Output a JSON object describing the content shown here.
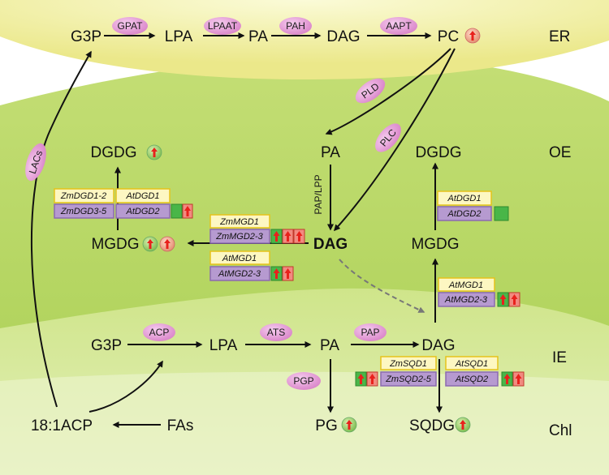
{
  "compartments": {
    "er": "ER",
    "oe": "OE",
    "ie": "IE",
    "chl": "Chl"
  },
  "metabolites": {
    "er_g3p": "G3P",
    "er_lpa": "LPA",
    "er_pa": "PA",
    "er_dag": "DAG",
    "er_pc": "PC",
    "oe_pa": "PA",
    "oe_dag": "DAG",
    "oe_dgdg_left": "DGDG",
    "oe_mgdg_left": "MGDG",
    "oe_dgdg_right": "DGDG",
    "oe_mgdg_right": "MGDG",
    "ie_g3p": "G3P",
    "ie_lpa": "LPA",
    "ie_pa": "PA",
    "ie_dag": "DAG",
    "pg": "PG",
    "sqdg": "SQDG",
    "acp": "18:1ACP",
    "fas": "FAs"
  },
  "enzymes": {
    "gpat": "GPAT",
    "lpaat": "LPAAT",
    "pah": "PAH",
    "aapt": "AAPT",
    "pld": "PLD",
    "plc": "PLC",
    "pap_lpp": "PAP/LPP",
    "lacs": "LACs",
    "acp": "ACP",
    "ats": "ATS",
    "pap": "PAP",
    "pgp": "PGP"
  },
  "genes": {
    "zm_dgd1_2": "ZmDGD1-2",
    "zm_dgd3_5": "ZmDGD3-5",
    "at_dgd1_left": "AtDGD1",
    "at_dgd2_left": "AtDGD2",
    "zm_mgd1": "ZmMGD1",
    "zm_mgd2_3": "ZmMGD2-3",
    "at_mgd1_mid": "AtMGD1",
    "at_mgd2_3_mid": "AtMGD2-3",
    "at_dgd1_right": "AtDGD1",
    "at_dgd2_right": "AtDGD2",
    "at_mgd1_right": "AtMGD1",
    "at_mgd2_3_right": "AtMGD2-3",
    "zm_sqd1": "ZmSQD1",
    "zm_sqd2_5": "ZmSQD2-5",
    "at_sqd1": "AtSQD1",
    "at_sqd2": "AtSQD2"
  },
  "colors": {
    "er_band": "#f4f2a0",
    "oe_band": "#b9d966",
    "ie_band": "#c8e07a",
    "enzyme_oval": "#e9a6d9",
    "gene_yellow": "#fdf7c2",
    "gene_purple": "#b69ad0",
    "box_red": "#e8473a",
    "box_green": "#49b648",
    "up_arrow": "#e8211c"
  },
  "icons": [
    "up-arrow-red-circle-icon",
    "up-arrow-green-circle-icon",
    "red-up-arrow-box-icon",
    "green-box-icon",
    "dashed-arrow"
  ]
}
